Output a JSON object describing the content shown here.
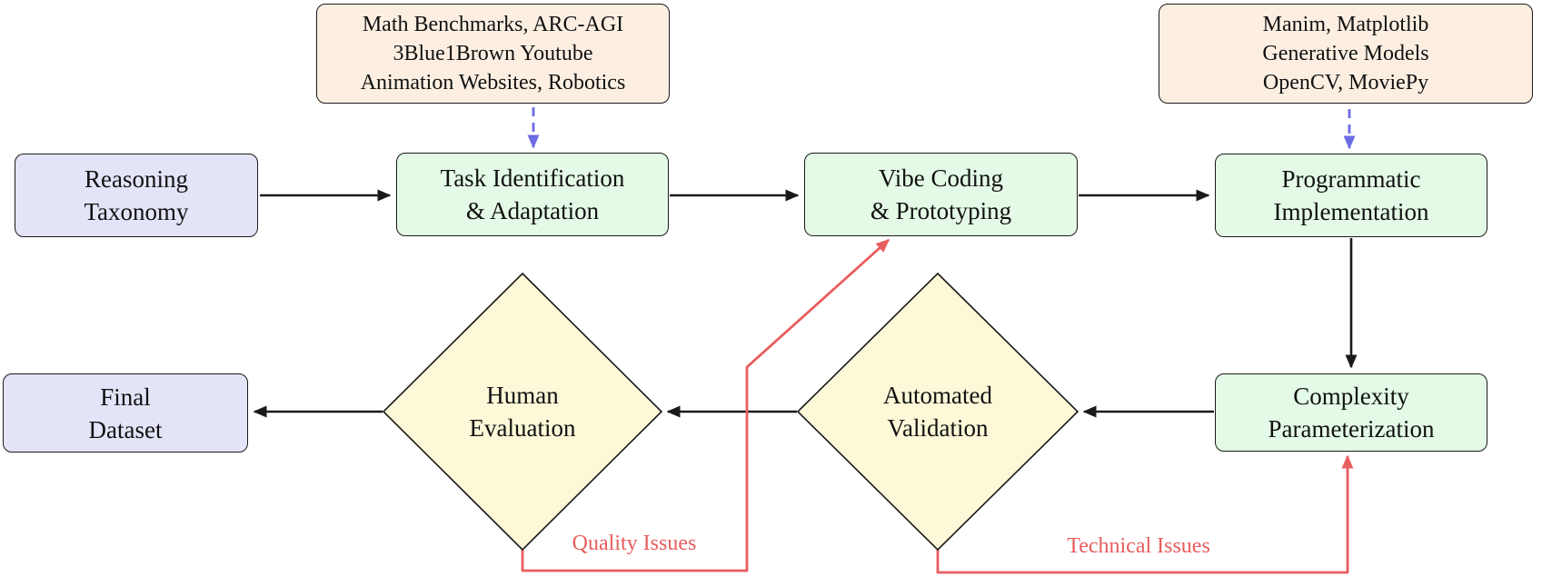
{
  "sources": {
    "task_origins": {
      "text": "Math Benchmarks, ARC-AGI\n3Blue1Brown Youtube\nAnimation Websites, Robotics"
    },
    "tools": {
      "text": "Manim, Matplotlib\nGenerative Models\nOpenCV, MoviePy"
    }
  },
  "nodes": {
    "reasoning_taxonomy": {
      "text": "Reasoning\nTaxonomy"
    },
    "task_identification": {
      "text": "Task Identification\n& Adaptation"
    },
    "vibe_coding": {
      "text": "Vibe Coding\n& Prototyping"
    },
    "programmatic_implementation": {
      "text": "Programmatic\nImplementation"
    },
    "complexity_parameterization": {
      "text": "Complexity\nParameterization"
    },
    "automated_validation": {
      "text": "Automated\nValidation"
    },
    "human_evaluation": {
      "text": "Human\nEvaluation"
    },
    "final_dataset": {
      "text": "Final\nDataset"
    }
  },
  "feedback_labels": {
    "quality": {
      "text": "Quality Issues"
    },
    "technical": {
      "text": "Technical Issues"
    }
  },
  "colors": {
    "input_output_fill": "#e4e4f9",
    "process_fill": "#e4fae6",
    "source_fill": "#fcefe2",
    "decision_fill": "#fcf8d8",
    "feedback_red": "#e85d5d",
    "source_arrow_blue": "#6c6ce4",
    "flow_black": "#1a1a1a"
  }
}
